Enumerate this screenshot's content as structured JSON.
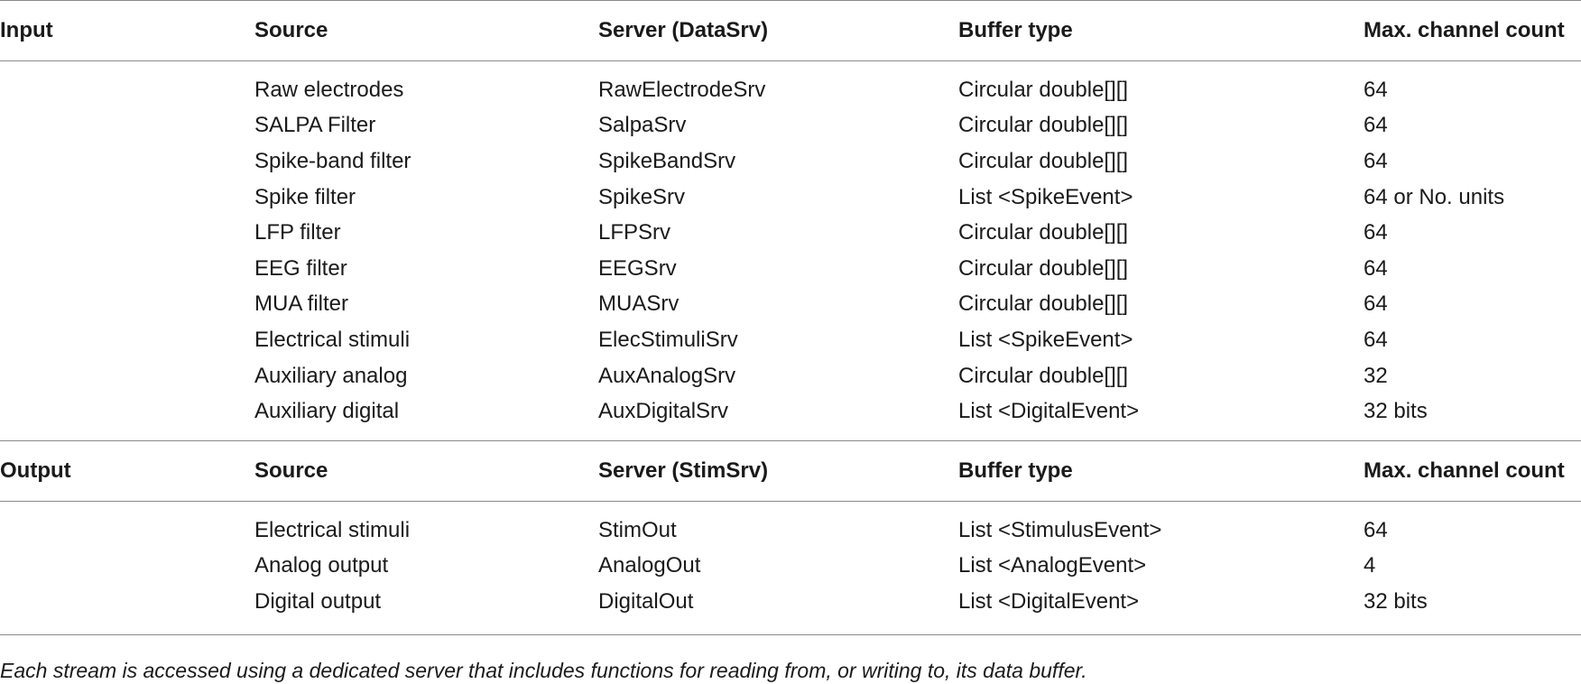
{
  "input_section": {
    "headers": [
      "Input",
      "Source",
      "Server (DataSrv)",
      "Buffer type",
      "Max. channel count"
    ],
    "rows": [
      [
        "",
        "Raw electrodes",
        "RawElectrodeSrv",
        "Circular double[][]",
        "64"
      ],
      [
        "",
        "SALPA Filter",
        "SalpaSrv",
        "Circular double[][]",
        "64"
      ],
      [
        "",
        "Spike-band filter",
        "SpikeBandSrv",
        "Circular double[][]",
        "64"
      ],
      [
        "",
        "Spike filter",
        "SpikeSrv",
        "List <SpikeEvent>",
        "64 or No. units"
      ],
      [
        "",
        "LFP filter",
        "LFPSrv",
        "Circular double[][]",
        "64"
      ],
      [
        "",
        "EEG filter",
        "EEGSrv",
        "Circular double[][]",
        "64"
      ],
      [
        "",
        "MUA filter",
        "MUASrv",
        "Circular double[][]",
        "64"
      ],
      [
        "",
        "Electrical stimuli",
        "ElecStimuliSrv",
        "List <SpikeEvent>",
        "64"
      ],
      [
        "",
        "Auxiliary analog",
        "AuxAnalogSrv",
        "Circular double[][]",
        "32"
      ],
      [
        "",
        "Auxiliary digital",
        "AuxDigitalSrv",
        "List <DigitalEvent>",
        "32 bits"
      ]
    ]
  },
  "output_section": {
    "headers": [
      "Output",
      "Source",
      "Server (StimSrv)",
      "Buffer type",
      "Max. channel count"
    ],
    "rows": [
      [
        "",
        "Electrical stimuli",
        "StimOut",
        "List <StimulusEvent>",
        "64"
      ],
      [
        "",
        "Analog output",
        "AnalogOut",
        "List <AnalogEvent>",
        "4"
      ],
      [
        "",
        "Digital output",
        "DigitalOut",
        "List <DigitalEvent>",
        "32 bits"
      ]
    ]
  },
  "caption": "Each stream is accessed using a dedicated server that includes functions for reading from, or writing to, its data buffer."
}
